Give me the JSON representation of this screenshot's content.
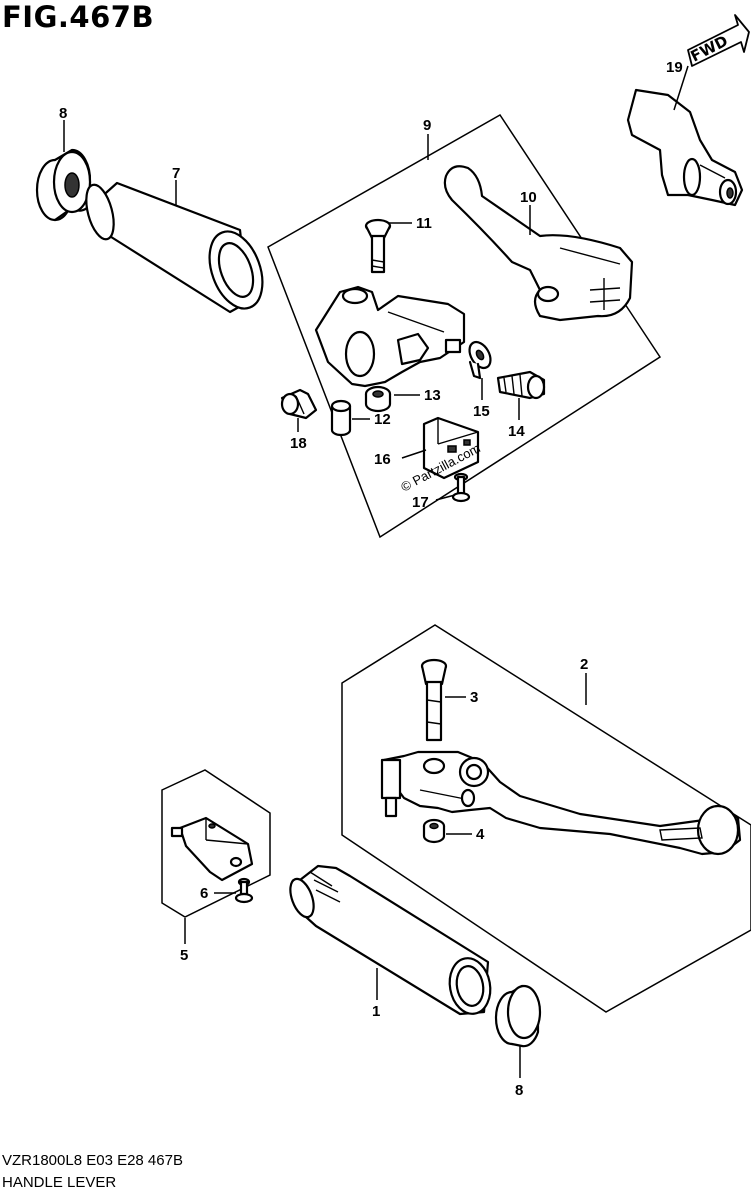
{
  "figure": {
    "title": "FIG.467B",
    "footer_code": "VZR1800L8  E03  E28  467B",
    "footer_name": "HANDLE LEVER",
    "watermark": "© Partzilla.com",
    "direction_label": "FWD"
  },
  "callouts": [
    {
      "id": "c1",
      "label": "1"
    },
    {
      "id": "c2",
      "label": "2"
    },
    {
      "id": "c3",
      "label": "3"
    },
    {
      "id": "c4",
      "label": "4"
    },
    {
      "id": "c5",
      "label": "5"
    },
    {
      "id": "c6",
      "label": "6"
    },
    {
      "id": "c7",
      "label": "7"
    },
    {
      "id": "c8a",
      "label": "8"
    },
    {
      "id": "c8b",
      "label": "8"
    },
    {
      "id": "c9",
      "label": "9"
    },
    {
      "id": "c10",
      "label": "10"
    },
    {
      "id": "c11",
      "label": "11"
    },
    {
      "id": "c12",
      "label": "12"
    },
    {
      "id": "c13",
      "label": "13"
    },
    {
      "id": "c14",
      "label": "14"
    },
    {
      "id": "c15",
      "label": "15"
    },
    {
      "id": "c16",
      "label": "16"
    },
    {
      "id": "c17",
      "label": "17"
    },
    {
      "id": "c18",
      "label": "18"
    },
    {
      "id": "c19",
      "label": "19"
    }
  ]
}
